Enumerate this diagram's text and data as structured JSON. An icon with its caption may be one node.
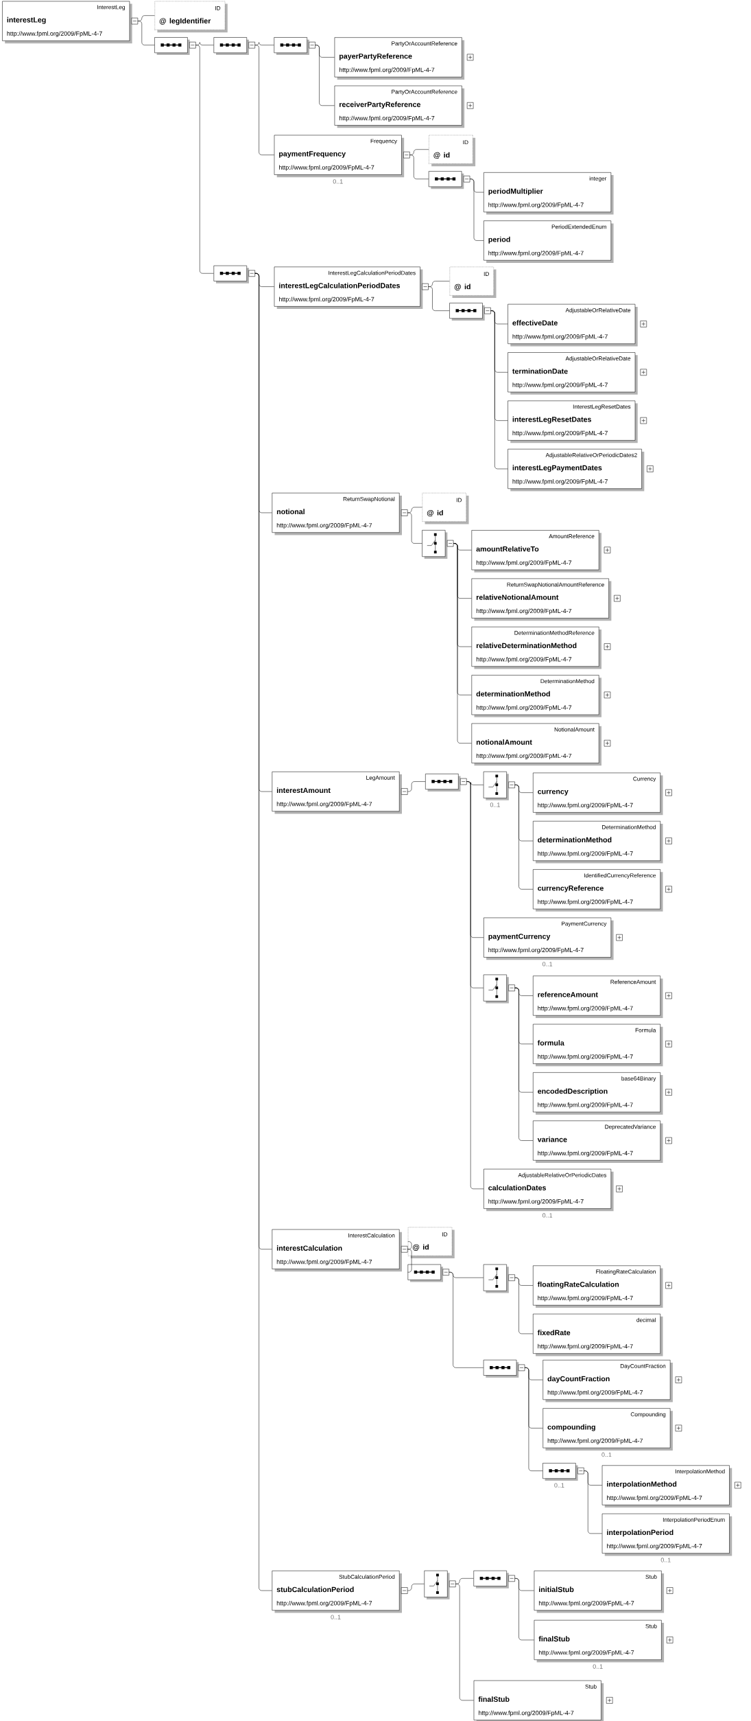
{
  "diagram": {
    "nodes": [
      {
        "text": [
          "InterestLeg",
          "interestLeg",
          "http://www.fpml.org/2009/FpML-4-7"
        ]
      },
      {
        "text": [
          "ID",
          "@ legIdentifier"
        ]
      },
      {
        "text": [],
        "shape": "octagon"
      },
      {
        "text": [],
        "shape": "octagon"
      },
      {
        "text": [],
        "shape": "octagon"
      },
      {
        "text": [
          "PartyOrAccountReference",
          "payerPartyReference",
          "http://www.fpml.org/2009/FpML-4-7"
        ]
      },
      {
        "text": [
          "PartyOrAccountReference",
          "receiverPartyReference",
          "http://www.fpml.org/2009/FpML-4-7"
        ]
      },
      {
        "text": [
          "Frequency",
          "paymentFrequency",
          "http://www.fpml.org/2009/FpML-4-7"
        ],
        "beside": [
          "0..1"
        ]
      },
      {
        "text": [
          "ID",
          "@ id"
        ]
      },
      {
        "text": [],
        "shape": "octagon"
      },
      {
        "text": [
          "integer",
          "periodMultiplier",
          "http://www.fpml.org/2009/FpML-4-7"
        ]
      },
      {
        "text": [
          "PeriodExtendedEnum",
          "period",
          "http://www.fpml.org/2009/FpML-4-7"
        ]
      },
      {
        "text": [],
        "shape": "octagon"
      },
      {
        "text": [
          "InterestLegCalculationPeriodDates",
          "interestLegCalculationPeriodDates",
          "http://www.fpml.org/2009/FpML-4-7"
        ]
      },
      {
        "text": [
          "ID",
          "@ id"
        ]
      },
      {
        "text": [],
        "shape": "octagon"
      },
      {
        "text": [
          "AdjustableOrRelativeDate",
          "effectiveDate",
          "http://www.fpml.org/2009/FpML-4-7"
        ]
      },
      {
        "text": [
          "AdjustableOrRelativeDate",
          "terminationDate",
          "http://www.fpml.org/2009/FpML-4-7"
        ]
      },
      {
        "text": [
          "InterestLegResetDates",
          "interestLegResetDates",
          "http://www.fpml.org/2009/FpML-4-7"
        ]
      },
      {
        "text": [
          "AdjustableRelativeOrPeriodicDates2",
          "interestLegPaymentDates",
          "http://www.fpml.org/2009/FpML-4-7"
        ]
      },
      {
        "text": [
          "ReturnSwapNotional",
          "notional",
          "http://www.fpml.org/2009/FpML-4-7"
        ]
      },
      {
        "text": [
          "ID",
          "@ id"
        ]
      },
      {
        "text": [],
        "shape": "octagon"
      },
      {
        "text": [
          "AmountReference",
          "amountRelativeTo",
          "http://www.fpml.org/2009/FpML-4-7"
        ]
      },
      {
        "text": [
          "ReturnSwapNotionalAmountReference",
          "relativeNotionalAmount",
          "http://www.fpml.org/2009/FpML-4-7"
        ]
      },
      {
        "text": [
          "DeterminationMethodReference",
          "relativeDeterminationMethod",
          "http://www.fpml.org/2009/FpML-4-7"
        ]
      },
      {
        "text": [
          "DeterminationMethod",
          "determinationMethod",
          "http://www.fpml.org/2009/FpML-4-7"
        ]
      },
      {
        "text": [
          "NotionalAmount",
          "notionalAmount",
          "http://www.fpml.org/2009/FpML-4-7"
        ]
      },
      {
        "text": [
          "LegAmount",
          "interestAmount",
          "http://www.fpml.org/2009/FpML-4-7"
        ]
      },
      {
        "text": [],
        "shape": "octagon"
      },
      {
        "text": [],
        "shape": "octagon",
        "beside": [
          "0..1"
        ]
      },
      {
        "text": [
          "Currency",
          "currency",
          "http://www.fpml.org/2009/FpML-4-7"
        ]
      },
      {
        "text": [
          "DeterminationMethod",
          "determinationMethod",
          "http://www.fpml.org/2009/FpML-4-7"
        ]
      },
      {
        "text": [
          "IdentifiedCurrencyReference",
          "currencyReference",
          "http://www.fpml.org/2009/FpML-4-7"
        ]
      },
      {
        "text": [
          "PaymentCurrency",
          "paymentCurrency",
          "http://www.fpml.org/2009/FpML-4-7"
        ],
        "beside": [
          "0..1"
        ]
      },
      {
        "text": [],
        "shape": "octagon"
      },
      {
        "text": [
          "ReferenceAmount",
          "referenceAmount",
          "http://www.fpml.org/2009/FpML-4-7"
        ]
      },
      {
        "text": [
          "Formula",
          "formula",
          "http://www.fpml.org/2009/FpML-4-7"
        ]
      },
      {
        "text": [
          "base64Binary",
          "encodedDescription",
          "http://www.fpml.org/2009/FpML-4-7"
        ]
      },
      {
        "text": [
          "DeprecatedVariance",
          "variance",
          "http://www.fpml.org/2009/FpML-4-7"
        ]
      },
      {
        "text": [
          "AdjustableRelativeOrPeriodicDates",
          "calculationDates",
          "http://www.fpml.org/2009/FpML-4-7"
        ],
        "beside": [
          "0..1"
        ]
      },
      {
        "text": [
          "InterestCalculation",
          "interestCalculation",
          "http://www.fpml.org/2009/FpML-4-7"
        ]
      },
      {
        "text": [
          "ID",
          "@ id"
        ]
      },
      {
        "text": [],
        "shape": "octagon"
      },
      {
        "text": [],
        "shape": "octagon"
      },
      {
        "text": [
          "FloatingRateCalculation",
          "floatingRateCalculation",
          "http://www.fpml.org/2009/FpML-4-7"
        ]
      },
      {
        "text": [
          "decimal",
          "fixedRate",
          "http://www.fpml.org/2009/FpML-4-7"
        ]
      },
      {
        "text": [],
        "shape": "octagon"
      },
      {
        "text": [
          "DayCountFraction",
          "dayCountFraction",
          "http://www.fpml.org/2009/FpML-4-7"
        ]
      },
      {
        "text": [
          "Compounding",
          "compounding",
          "http://www.fpml.org/2009/FpML-4-7"
        ],
        "beside": [
          "0..1"
        ]
      },
      {
        "text": [],
        "shape": "octagon",
        "beside": [
          "0..1"
        ]
      },
      {
        "text": [
          "InterpolationMethod",
          "interpolationMethod",
          "http://www.fpml.org/2009/FpML-4-7"
        ]
      },
      {
        "text": [
          "InterpolationPeriodEnum",
          "interpolationPeriod",
          "http://www.fpml.org/2009/FpML-4-7"
        ],
        "beside": [
          "0..1"
        ]
      },
      {
        "text": [
          "StubCalculationPeriod",
          "stubCalculationPeriod",
          "http://www.fpml.org/2009/FpML-4-7"
        ],
        "beside": [
          "0..1"
        ]
      },
      {
        "text": [],
        "shape": "octagon"
      },
      {
        "text": [],
        "shape": "octagon"
      },
      {
        "text": [
          "Stub",
          "initialStub",
          "http://www.fpml.org/2009/FpML-4-7"
        ]
      },
      {
        "text": [
          "Stub",
          "finalStub",
          "http://www.fpml.org/2009/FpML-4-7"
        ],
        "beside": [
          "0..1"
        ]
      },
      {
        "text": [
          "Stub",
          "finalStub",
          "http://www.fpml.org/2009/FpML-4-7"
        ]
      }
    ],
    "edges": [
      {
        "from": 0,
        "to": 1,
        "arrow": "none"
      },
      {
        "from": 0,
        "to": 2,
        "arrow": "none"
      },
      {
        "from": 2,
        "to": 3,
        "arrow": "none"
      },
      {
        "from": 2,
        "to": 12,
        "arrow": "none"
      },
      {
        "from": 3,
        "to": 4,
        "arrow": "none"
      },
      {
        "from": 3,
        "to": 7,
        "arrow": "none"
      },
      {
        "from": 4,
        "to": 5,
        "arrow": "none"
      },
      {
        "from": 4,
        "to": 6,
        "arrow": "none"
      },
      {
        "from": 7,
        "to": 8,
        "arrow": "none"
      },
      {
        "from": 7,
        "to": 9,
        "arrow": "none"
      },
      {
        "from": 9,
        "to": 10,
        "arrow": "none"
      },
      {
        "from": 9,
        "to": 11,
        "arrow": "none"
      },
      {
        "from": 12,
        "to": 13,
        "arrow": "none"
      },
      {
        "from": 12,
        "to": 20,
        "arrow": "none"
      },
      {
        "from": 12,
        "to": 28,
        "arrow": "none"
      },
      {
        "from": 12,
        "to": 41,
        "arrow": "none"
      },
      {
        "from": 12,
        "to": 53,
        "arrow": "none"
      },
      {
        "from": 13,
        "to": 14,
        "arrow": "none"
      },
      {
        "from": 13,
        "to": 15,
        "arrow": "none"
      },
      {
        "from": 15,
        "to": 16,
        "arrow": "none"
      },
      {
        "from": 15,
        "to": 17,
        "arrow": "none"
      },
      {
        "from": 15,
        "to": 18,
        "arrow": "none"
      },
      {
        "from": 15,
        "to": 19,
        "arrow": "none"
      },
      {
        "from": 20,
        "to": 21,
        "arrow": "none"
      },
      {
        "from": 20,
        "to": 22,
        "arrow": "none"
      },
      {
        "from": 22,
        "to": 23,
        "arrow": "none"
      },
      {
        "from": 22,
        "to": 24,
        "arrow": "none"
      },
      {
        "from": 22,
        "to": 25,
        "arrow": "none"
      },
      {
        "from": 22,
        "to": 26,
        "arrow": "none"
      },
      {
        "from": 22,
        "to": 27,
        "arrow": "none"
      },
      {
        "from": 28,
        "to": 29,
        "arrow": "none"
      },
      {
        "from": 29,
        "to": 30,
        "arrow": "none"
      },
      {
        "from": 29,
        "to": 34,
        "arrow": "none"
      },
      {
        "from": 29,
        "to": 35,
        "arrow": "none"
      },
      {
        "from": 29,
        "to": 40,
        "arrow": "none"
      },
      {
        "from": 30,
        "to": 31,
        "arrow": "none"
      },
      {
        "from": 30,
        "to": 32,
        "arrow": "none"
      },
      {
        "from": 30,
        "to": 33,
        "arrow": "none"
      },
      {
        "from": 35,
        "to": 36,
        "arrow": "none"
      },
      {
        "from": 35,
        "to": 37,
        "arrow": "none"
      },
      {
        "from": 35,
        "to": 38,
        "arrow": "none"
      },
      {
        "from": 35,
        "to": 39,
        "arrow": "none"
      },
      {
        "from": 41,
        "to": 42,
        "arrow": "none"
      },
      {
        "from": 41,
        "to": 43,
        "arrow": "none"
      },
      {
        "from": 43,
        "to": 44,
        "arrow": "none"
      },
      {
        "from": 43,
        "to": 47,
        "arrow": "none"
      },
      {
        "from": 44,
        "to": 45,
        "arrow": "none"
      },
      {
        "from": 44,
        "to": 46,
        "arrow": "none"
      },
      {
        "from": 47,
        "to": 48,
        "arrow": "none"
      },
      {
        "from": 47,
        "to": 49,
        "arrow": "none"
      },
      {
        "from": 47,
        "to": 50,
        "arrow": "none"
      },
      {
        "from": 50,
        "to": 51,
        "arrow": "none"
      },
      {
        "from": 50,
        "to": 52,
        "arrow": "none"
      },
      {
        "from": 53,
        "to": 54,
        "arrow": "none"
      },
      {
        "from": 54,
        "to": 55,
        "arrow": "none"
      },
      {
        "from": 54,
        "to": 58,
        "arrow": "none"
      },
      {
        "from": 55,
        "to": 56,
        "arrow": "none"
      },
      {
        "from": 55,
        "to": 57,
        "arrow": "none"
      }
    ]
  }
}
